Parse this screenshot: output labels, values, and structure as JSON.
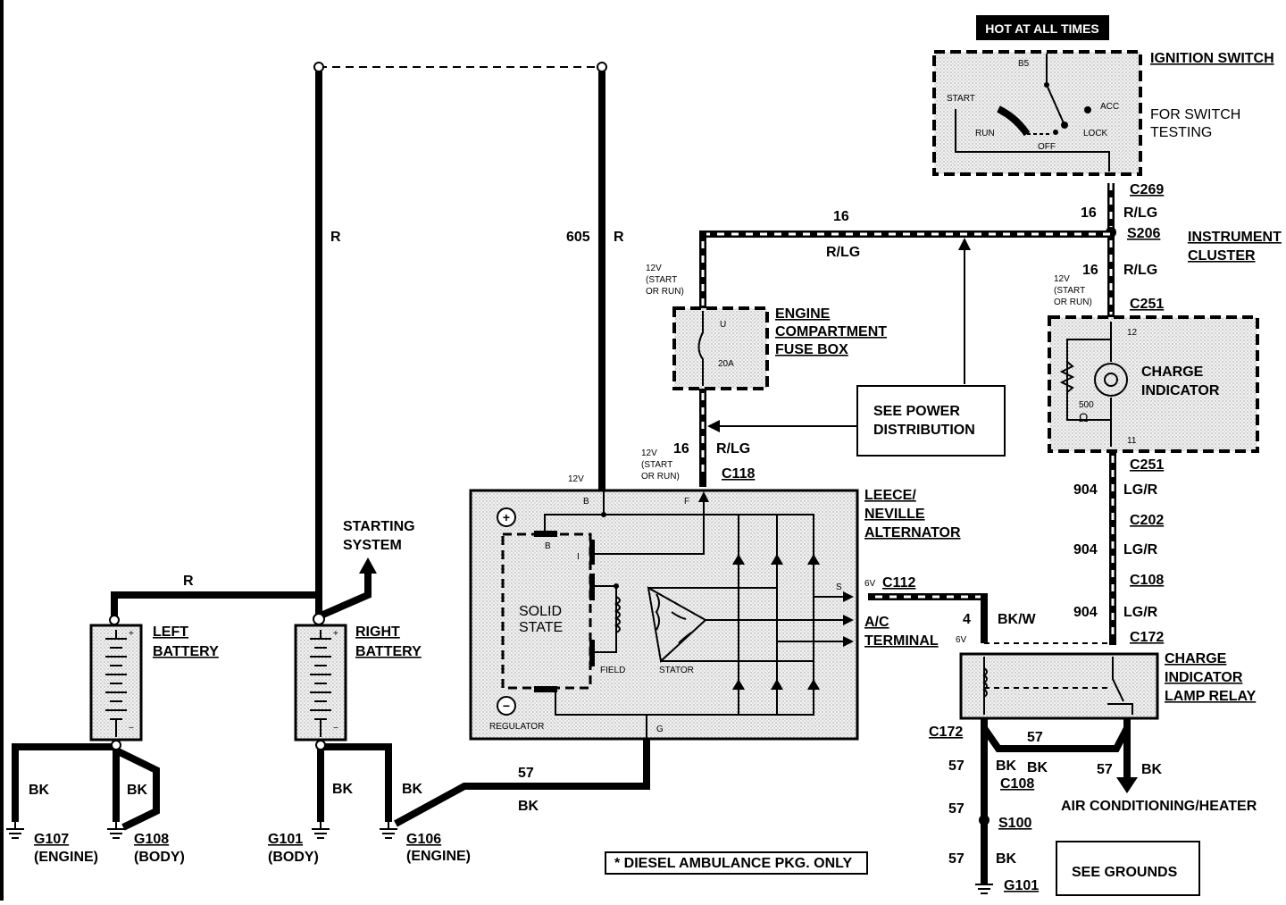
{
  "labels": {
    "hot_at_all_times": "HOT AT ALL TIMES",
    "ignition_switch": "IGNITION SWITCH",
    "for_switch": "FOR SWITCH",
    "testing": "TESTING",
    "b5": "B5",
    "start": "START",
    "acc": "ACC",
    "run": "RUN",
    "lock": "LOCK",
    "off": "OFF",
    "c269": "C269",
    "s206": "S206",
    "c251_top": "C251",
    "c251_bottom": "C251",
    "instrument": "INSTRUMENT",
    "cluster": "CLUSTER",
    "charge_ind_1": "CHARGE",
    "charge_ind_2": "INDICATOR",
    "pin12": "12",
    "pin11": "11",
    "res500": "500",
    "ohm": "Ω",
    "engine_1": "ENGINE",
    "engine_2": "COMPARTMENT",
    "engine_3": "FUSE BOX",
    "fuse_u": "U",
    "fuse_20a": "20A",
    "see_power_1": "SEE POWER",
    "see_power_2": "DISTRIBUTION",
    "c118": "C118",
    "leece_1": "LEECE/",
    "leece_2": "NEVILLE",
    "leece_3": "ALTERNATOR",
    "solid_1": "SOLID",
    "solid_2": "STATE",
    "field": "FIELD",
    "stator": "STATOR",
    "regulator": "REGULATOR",
    "pin_b": "B",
    "pin_f": "F",
    "pin_g": "G",
    "pin_s": "S",
    "pin_i": "I",
    "pin_b2": "B",
    "12v_alt": "12V",
    "c112": "C112",
    "ac_1": "A/C",
    "ac_2": "TERMINAL",
    "v6a": "6V",
    "v6b": "6V",
    "c202": "C202",
    "c108_r": "C108",
    "c172_r": "C172",
    "charge_relay_1": "CHARGE",
    "charge_relay_2": "INDICATOR",
    "charge_relay_3": "LAMP RELAY",
    "c172_l": "C172",
    "c108_b": "C108",
    "s100": "S100",
    "g101_r": "G101",
    "air_cond": "AIR CONDITIONING/HEATER",
    "see_grounds": "SEE GROUNDS",
    "diesel": "* DIESEL AMBULANCE PKG. ONLY",
    "starting_1": "STARTING",
    "starting_2": "SYSTEM",
    "left_bat_1": "LEFT",
    "left_bat_2": "BATTERY",
    "right_bat_1": "RIGHT",
    "right_bat_2": "BATTERY",
    "g107": "G107",
    "g107_sub": "(ENGINE)",
    "g108": "G108",
    "g108_sub": "(BODY)",
    "g101": "G101",
    "g101_sub": "(BODY)",
    "g106": "G106",
    "g106_sub": "(ENGINE)",
    "w_r1": "R",
    "w_605": "605",
    "w_r2": "R",
    "w_r3": "R",
    "w_16a": "16",
    "w_rlg_a": "R/LG",
    "w_16b": "16",
    "w_rlg_b": "R/LG",
    "w_16c": "16",
    "w_rlg_c": "R/LG",
    "w_16d": "16",
    "w_rlg_d": "R/LG",
    "v12_1a": "12V",
    "v12_1b": "(START",
    "v12_1c": "OR RUN)",
    "v12_2a": "12V",
    "v12_2b": "(START",
    "v12_2c": "OR RUN)",
    "v12_3a": "12V",
    "v12_3b": "(START",
    "v12_3c": "OR RUN)",
    "w_904a": "904",
    "w_lgr_a": "LG/R",
    "w_904b": "904",
    "w_lgr_b": "LG/R",
    "w_904c": "904",
    "w_lgr_c": "LG/R",
    "w_4": "4",
    "w_bkw": "BK/W",
    "w_57a": "57",
    "w_57b": "57",
    "w_bk_57b": "BK",
    "w_bk2": "BK",
    "w_57c": "57",
    "w_bk_57c": "BK",
    "w_57d": "57",
    "w_57e": "57",
    "w_bk_57e": "BK",
    "w_57alt": "57",
    "w_bk_alt": "BK",
    "w_bk_g107": "BK",
    "w_bk_g108": "BK",
    "w_bk_g101": "BK",
    "w_bk_g106": "BK"
  }
}
